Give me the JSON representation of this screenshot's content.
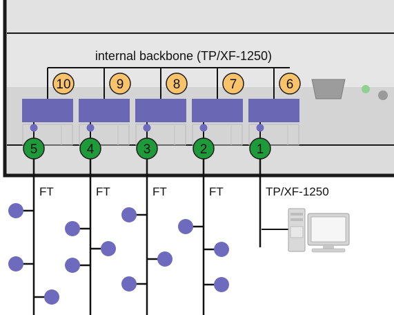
{
  "labels": {
    "backbone": "internal backbone (TP/XF-1250)",
    "ft": "FT",
    "tp": "TP/XF-1250"
  },
  "backbone_ports": [
    "10",
    "9",
    "8",
    "7",
    "6"
  ],
  "channel_ports": [
    "5",
    "4",
    "3",
    "2",
    "1"
  ],
  "colors": {
    "chassis": "#dedede",
    "chassis_border": "#1a1a1a",
    "upper_band": "#e5e5e5",
    "lower_band": "#d4d4d4",
    "router_block": "#6a67b5",
    "orange_badge": "#f8c36a",
    "green_badge": "#1f9a3a",
    "node": "#6e6bbf",
    "line": "#111111",
    "led_green": "#8fd18f",
    "led_gray": "#9a9a9a"
  },
  "icons": {
    "computer": "computer-icon",
    "serial_port": "serial-port-icon"
  }
}
